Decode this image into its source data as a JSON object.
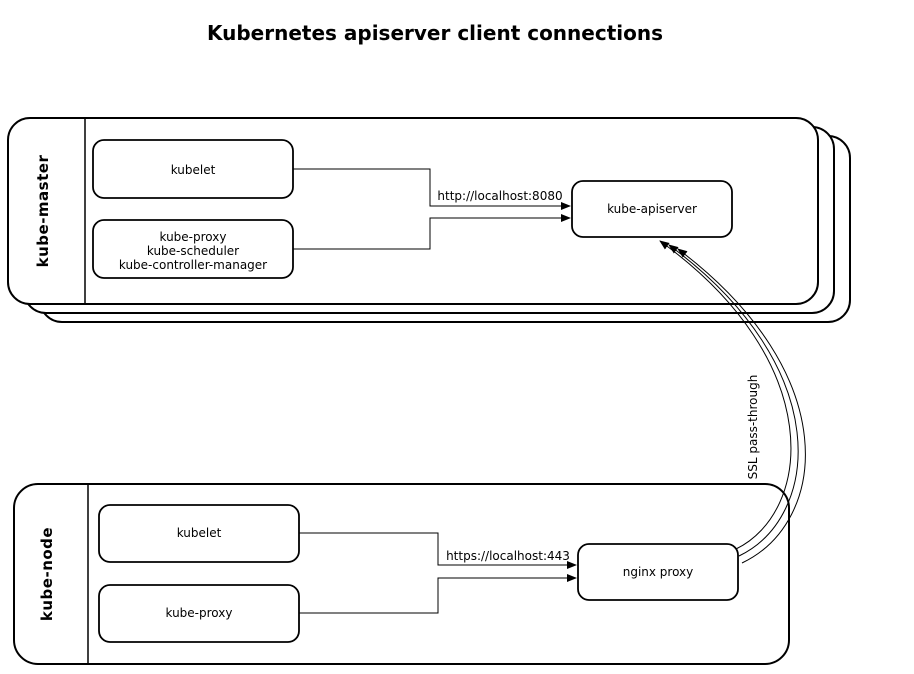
{
  "title": "Kubernetes apiserver client connections",
  "master_group": {
    "label": "kube-master",
    "boxes": {
      "kubelet": "kubelet",
      "services_line1": "kube-proxy",
      "services_line2": "kube-scheduler",
      "services_line3": "kube-controller-manager",
      "apiserver": "kube-apiserver"
    },
    "connection_label": "http://localhost:8080"
  },
  "node_group": {
    "label": "kube-node",
    "boxes": {
      "kubelet": "kubelet",
      "kube_proxy": "kube-proxy",
      "nginx": "nginx proxy"
    },
    "connection_label": "https://localhost:443"
  },
  "ssl_connection": {
    "label": "SSL pass-through"
  },
  "colors": {
    "stroke": "#000000",
    "background": "#ffffff"
  }
}
